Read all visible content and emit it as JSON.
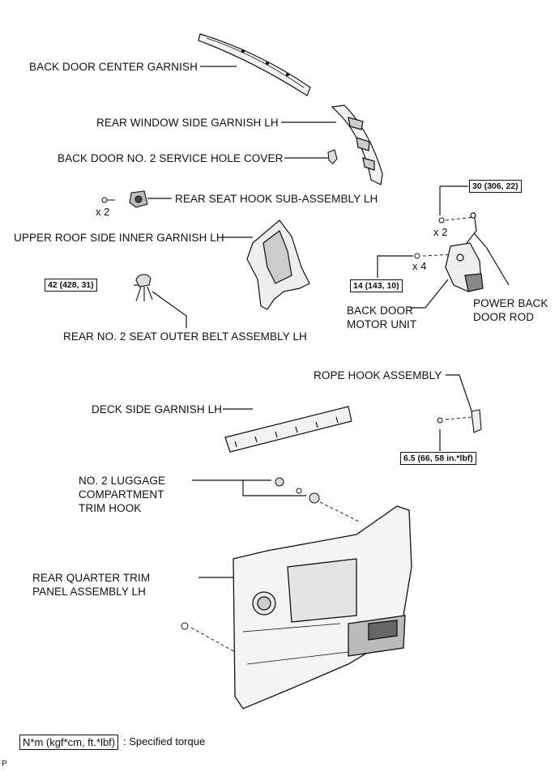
{
  "labels": {
    "back_door_center_garnish": "BACK DOOR CENTER GARNISH",
    "rear_window_side_garnish": "REAR WINDOW SIDE GARNISH LH",
    "service_hole_cover": "BACK DOOR NO. 2 SERVICE HOLE COVER",
    "rear_seat_hook": "REAR SEAT HOOK SUB-ASSEMBLY LH",
    "upper_roof_side_garnish": "UPPER ROOF SIDE INNER GARNISH LH",
    "rear_seat_belt": "REAR NO. 2 SEAT OUTER BELT ASSEMBLY LH",
    "back_door_motor": "BACK DOOR MOTOR UNIT",
    "power_back_door_rod": "POWER BACK DOOR ROD",
    "rope_hook": "ROPE HOOK ASSEMBLY",
    "deck_side_garnish": "DECK SIDE GARNISH LH",
    "luggage_trim_hook": "NO. 2 LUGGAGE COMPARTMENT TRIM HOOK",
    "rear_quarter_trim": "REAR QUARTER TRIM PANEL ASSEMBLY LH"
  },
  "torques": {
    "belt": "42 (428, 31)",
    "rod_bolt": "30 (306, 22)",
    "motor_bolt": "14 (143, 10)",
    "rope_hook": "6.5 (66, 58 in.*lbf)"
  },
  "quantities": {
    "seat_hook_bolts": "x 2",
    "rod_bolts": "x 2",
    "motor_bolts": "x 4"
  },
  "legend": {
    "box": "N*m (kgf*cm, ft.*lbf)",
    "text": ": Specified torque"
  },
  "figure_code": "P"
}
